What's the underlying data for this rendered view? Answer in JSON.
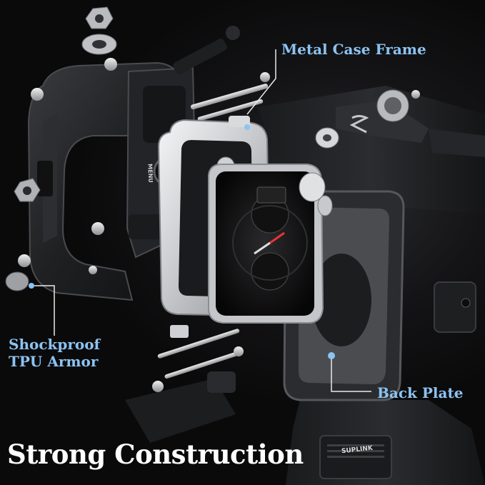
{
  "labels": {
    "metal_case_frame": "Metal Case Frame",
    "shockproof_line1": "Shockproof",
    "shockproof_line2": "TPU Armor",
    "back_plate": "Back Plate"
  },
  "headline": "Strong Construction",
  "brand_mark": "SUPLINK",
  "button_engraving": "MENU",
  "colors": {
    "label_blue": "#8cc3f2",
    "headline": "#ffffff",
    "background": "#0a0a0b",
    "metal": "#d9dadc",
    "armor": "#1c1c1e"
  }
}
